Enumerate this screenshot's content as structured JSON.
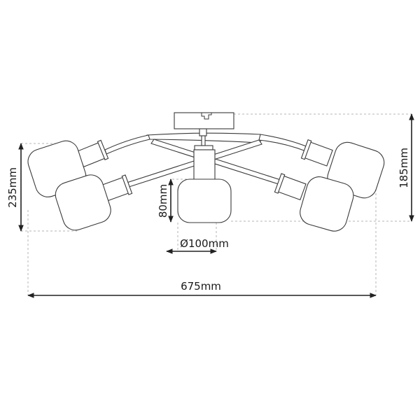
{
  "diagram": {
    "type": "technical-dimension-drawing",
    "subject": "5-light ceiling lamp with glass shades",
    "dimensions": {
      "total_width": "675mm",
      "total_height_left": "235mm",
      "total_height_right": "185mm",
      "shade_height": "80mm",
      "shade_diameter": "Ø100mm"
    },
    "colors": {
      "line": "#3a3a3a",
      "dimension_line": "#222222",
      "guide_dash": "#b5b5b5",
      "background": "#ffffff"
    }
  }
}
